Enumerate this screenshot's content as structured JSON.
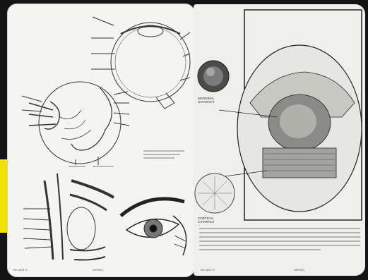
{
  "scene": {
    "description_colors": {
      "background": "#141414",
      "page": "#f4f4f1",
      "ink": "#333333",
      "accent_band": "#f5e100"
    },
    "left_page": {
      "figures": [
        "eye-cross-section",
        "eye-and-head-diagram",
        "eye-orbit-section",
        "external-eye"
      ],
      "footer_left": "RE-4001 R",
      "footer_right": "DEPBO₂"
    },
    "right_page": {
      "figures": [
        "lens-dark-specimen",
        "lens-light-specimen",
        "lens-cutaway-model"
      ],
      "label_top": "MARGINAL\nCATARACT",
      "label_bottom": "CORTICAL\nCATARACT",
      "footer_left": "RE-4001 R",
      "footer_right": "DEPBO₂"
    }
  }
}
